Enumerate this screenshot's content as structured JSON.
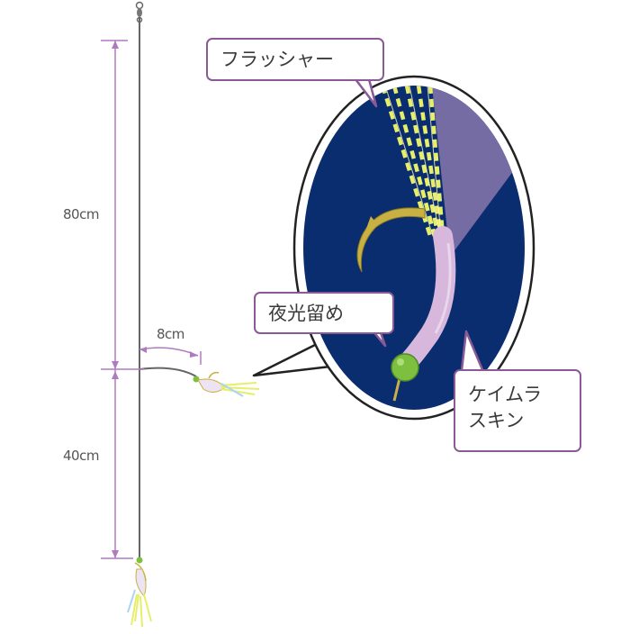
{
  "measurements": {
    "upper_length": "80cm",
    "branch_length": "8cm",
    "lower_length": "40cm"
  },
  "callouts": {
    "flasher": "フラッシャー",
    "luminous_stopper": "夜光留め",
    "skin_line1": "ケイムラ",
    "skin_line2": "スキン"
  },
  "colors": {
    "dimension": "#b07ac2",
    "callout_border": "#8a5a96",
    "callout_text": "#3a3a3a",
    "zoom_background": "#0a2d70",
    "skin": "#d7b8dc",
    "bead": "#7dbf3f",
    "flasher": "#e6ee6a",
    "hook": "#c9b043"
  }
}
